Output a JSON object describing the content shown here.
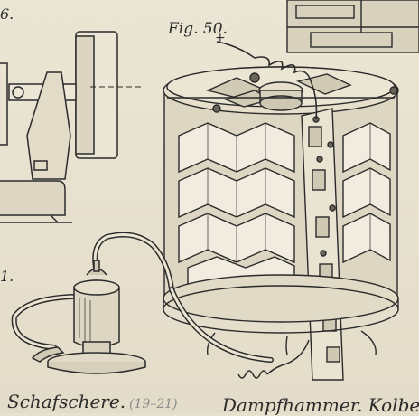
{
  "labels": {
    "fig_num_top_left": "6.",
    "fig_title": "Fig. 50.",
    "plus_sign": "+",
    "fig_num_left": "1.",
    "caption_left": "Schafschere.",
    "caption_left_num": "(19–21)",
    "caption_right": "Dampfhammer. Kolben"
  },
  "colors": {
    "paper": "#e6e0cf",
    "ink": "#2b2b2b"
  }
}
